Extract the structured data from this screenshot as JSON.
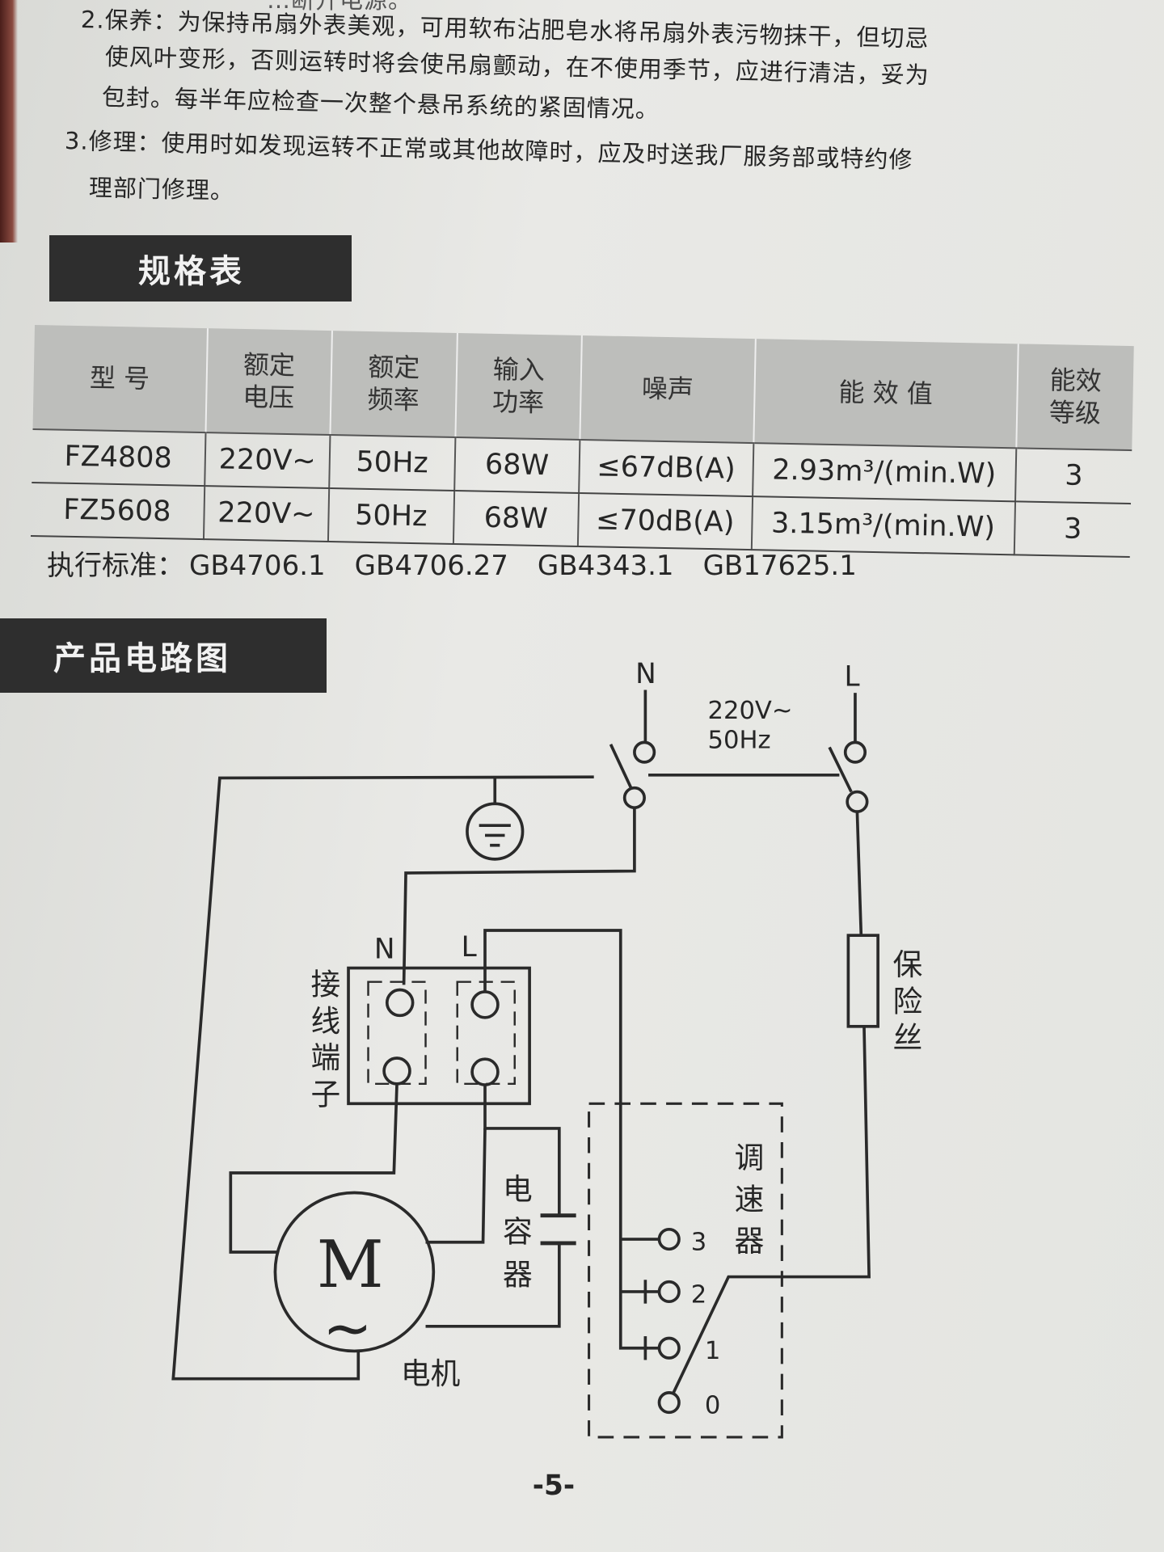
{
  "instructions": {
    "cut_top": "…断开电源。",
    "item2_line1": "2.保养：为保持吊扇外表美观，可用软布沾肥皂水将吊扇外表污物抹干，但切忌",
    "item2_line2": "使风叶变形，否则运转时将会使吊扇颤动，在不使用季节，应进行清洁，妥为",
    "item2_line3": "包封。每半年应检查一次整个悬吊系统的紧固情况。",
    "item3_line1": "3.修理：使用时如发现运转不正常或其他故障时，应及时送我厂服务部或特约修",
    "item3_line2": "理部门修理。"
  },
  "spec_section": {
    "title": "规格表",
    "headers": [
      "型  号",
      "额定\n电压",
      "额定\n频率",
      "输入\n功率",
      "噪声",
      "能 效 值",
      "能效\n等级"
    ],
    "rows": [
      [
        "FZ4808",
        "220V~",
        "50Hz",
        "68W",
        "≤67dB(A)",
        "2.93m³/(min.W)",
        "3"
      ],
      [
        "FZ5608",
        "220V~",
        "50Hz",
        "68W",
        "≤70dB(A)",
        "3.15m³/(min.W)",
        "3"
      ]
    ],
    "standards_label": "执行标准：",
    "standards": [
      "GB4706.1",
      "GB4706.27",
      "GB4343.1",
      "GB17625.1"
    ]
  },
  "circuit_section": {
    "title": "产品电路图",
    "supply_n": "N",
    "supply_l": "L",
    "supply_voltage": "220V~",
    "supply_freq": "50Hz",
    "terminal_n": "N",
    "terminal_l": "L",
    "terminal_label": [
      "接",
      "线",
      "端",
      "子"
    ],
    "fuse_label": [
      "保",
      "险",
      "丝"
    ],
    "capacitor_label": [
      "电",
      "容",
      "器"
    ],
    "speed_controller_label": [
      "调",
      "速",
      "器"
    ],
    "motor_symbol": "M",
    "motor_tilde": "~",
    "motor_label": "电机",
    "speed_positions": [
      "3",
      "2",
      "1",
      "0"
    ]
  },
  "page_number": "-5-"
}
